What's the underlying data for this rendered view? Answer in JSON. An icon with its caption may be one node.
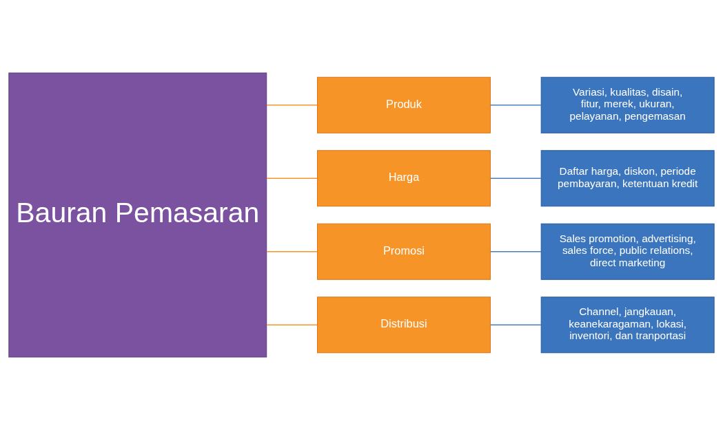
{
  "diagram": {
    "nodes": [
      {
        "text": [
          "Bauran Pemasaran"
        ]
      },
      {
        "text": [
          "Produk"
        ]
      },
      {
        "text": [
          "Harga"
        ]
      },
      {
        "text": [
          "Promosi"
        ]
      },
      {
        "text": [
          "Distribusi"
        ]
      },
      {
        "text": [
          "Variasi, kualitas, disain, fitur, merek, ukuran, pelayanan, pengemasan"
        ]
      },
      {
        "text": [
          "Daftar harga, diskon, periode pembayaran, ketentuan kredit"
        ]
      },
      {
        "text": [
          "Sales promotion, advertising, sales force, public relations, direct marketing"
        ]
      },
      {
        "text": [
          "Channel, jangkauan, keanekaragaman, lokasi, inventori, dan tranportasi"
        ]
      }
    ],
    "edges": [
      {
        "from": 0,
        "to": 1,
        "arrow": "none",
        "color": "#f79428"
      },
      {
        "from": 0,
        "to": 2,
        "arrow": "none",
        "color": "#f79428"
      },
      {
        "from": 0,
        "to": 3,
        "arrow": "none",
        "color": "#f79428"
      },
      {
        "from": 0,
        "to": 4,
        "arrow": "none",
        "color": "#f79428"
      },
      {
        "from": 1,
        "to": 5,
        "arrow": "none",
        "color": "#4a7ebb"
      },
      {
        "from": 2,
        "to": 6,
        "arrow": "none",
        "color": "#4a7ebb"
      },
      {
        "from": 3,
        "to": 7,
        "arrow": "none",
        "color": "#4a7ebb"
      },
      {
        "from": 4,
        "to": 8,
        "arrow": "none",
        "color": "#4a7ebb"
      }
    ]
  }
}
